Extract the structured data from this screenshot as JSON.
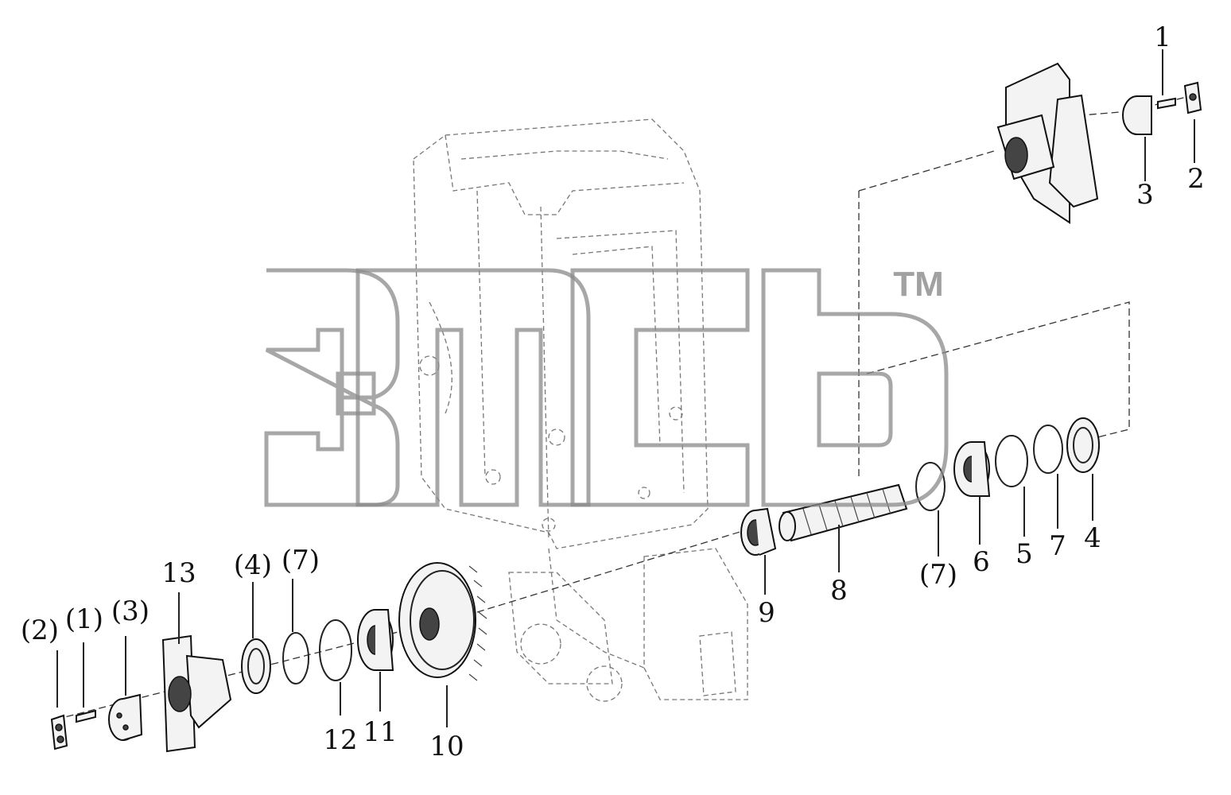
{
  "callouts": {
    "upper_right": {
      "c1": "1",
      "c2": "2",
      "c3": "3"
    },
    "shaft_group": {
      "c4": "4",
      "c5": "5",
      "c6": "6",
      "c7": "7",
      "c7p": "(7)",
      "c8": "8",
      "c9": "9"
    },
    "lower_left": {
      "c2p": "(2)",
      "c1p": "(1)",
      "c3p": "(3)",
      "c13": "13",
      "c4p": "(4)",
      "c7p": "(7)",
      "c12": "12",
      "c11": "11",
      "c10": "10"
    }
  },
  "watermark": {
    "trademark": "TM"
  },
  "colors": {
    "ink": "#111111",
    "watermark": "#8a8a8a",
    "background": "#ffffff"
  }
}
